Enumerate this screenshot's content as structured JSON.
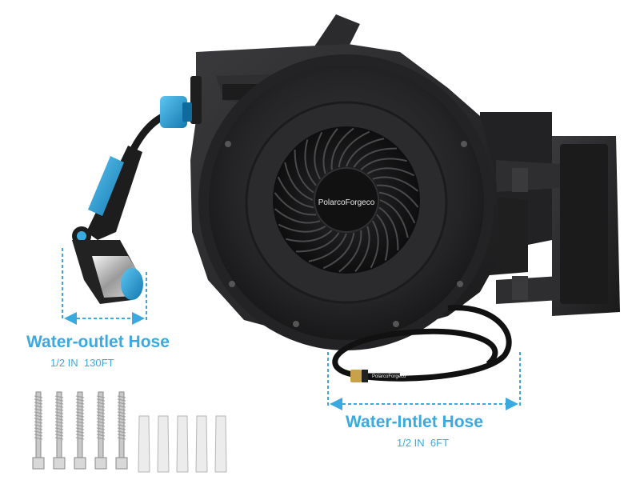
{
  "product": {
    "brand": "PolarcoForgeco",
    "hose_brand_print": "PolarcoForgeco"
  },
  "labels": {
    "outlet_title": "Water-outlet Hose",
    "outlet_spec": "1/2 IN  130FT",
    "inlet_title": "Water-Intlet Hose",
    "inlet_spec": "1/2 IN  6FT"
  },
  "colors": {
    "accent": "#3aa9e0",
    "body": "#2a2a2c",
    "body_dark": "#161617",
    "nozzle_blue": "#1e8fc8"
  },
  "hardware": {
    "screws": 5,
    "anchors": 5
  }
}
